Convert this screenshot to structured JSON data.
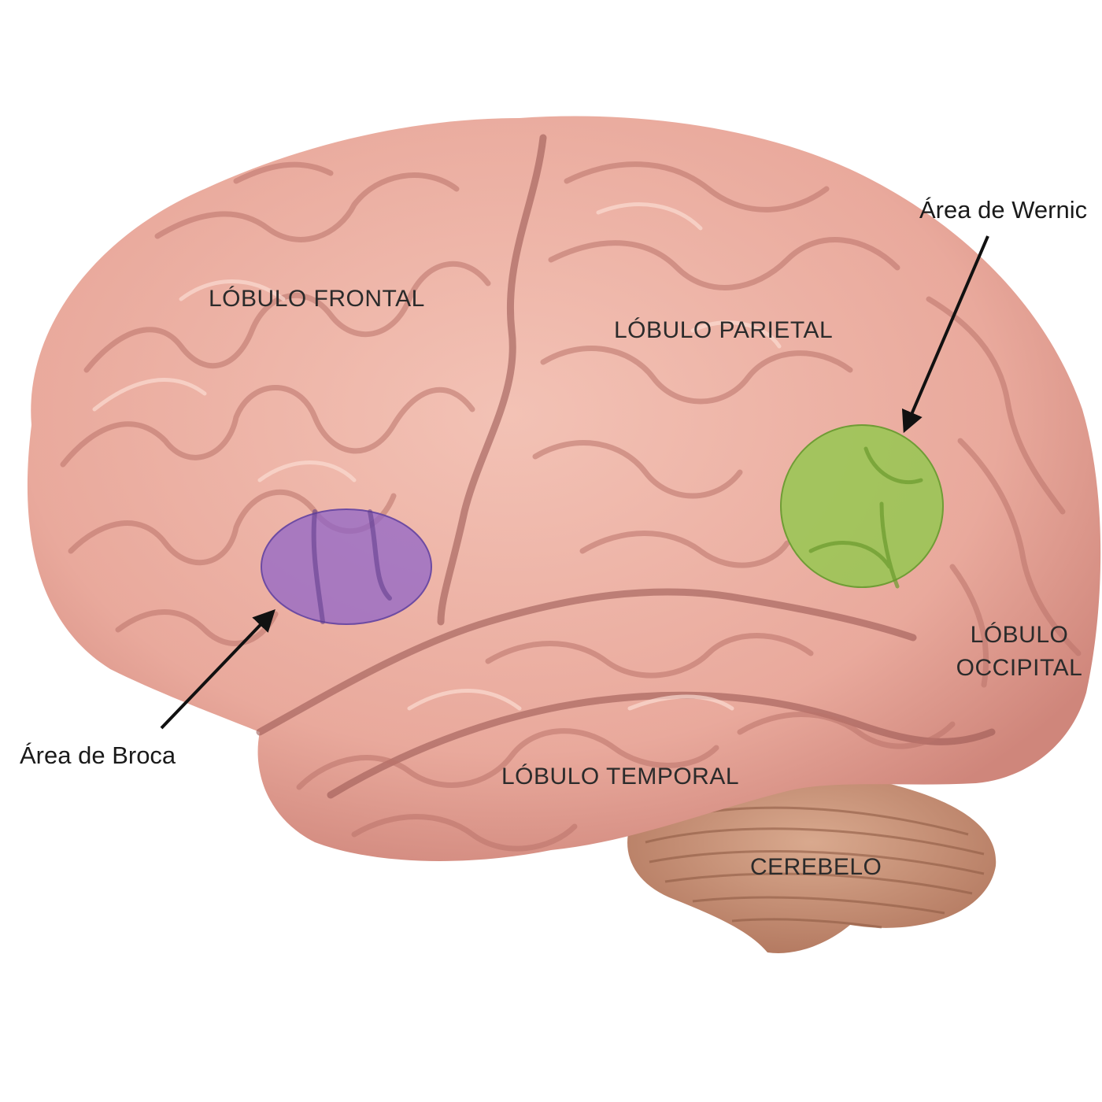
{
  "labels": {
    "frontal": "LÓBULO FRONTAL",
    "parietal": "LÓBULO PARIETAL",
    "occipital_line1": "LÓBULO",
    "occipital_line2": "OCCIPITAL",
    "temporal": "LÓBULO TEMPORAL",
    "cerebellum": "CEREBELO",
    "broca": "Área de Broca",
    "wernicke": "Área de Wernic"
  },
  "colors": {
    "background": "#ffffff",
    "brain": "#ebaea1",
    "brain_shadow": "#d6897f",
    "cerebellum": "#c99277",
    "broca_highlight": "#8e63c9",
    "wernicke_highlight": "#93c84e",
    "arrow": "#111111"
  }
}
